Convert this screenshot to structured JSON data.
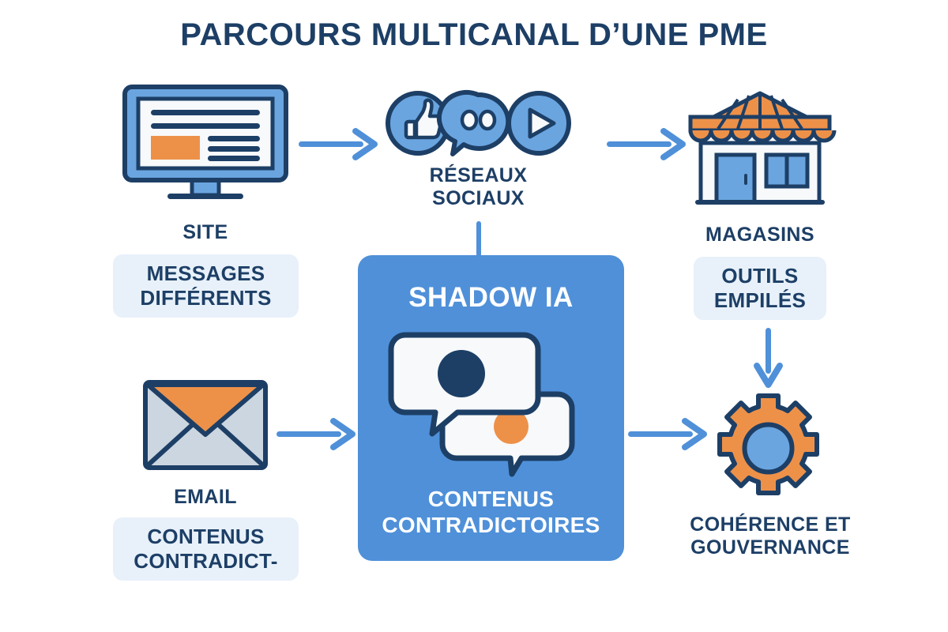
{
  "page": {
    "title": "PARCOURS MULTICANAL D’UNE PME",
    "background": "#ffffff",
    "navy": "#1d3f66",
    "blue": "#4f90d9",
    "orange": "#ed9149",
    "badge_bg": "#e8f1fa",
    "white": "#f7f9fb"
  },
  "nodes": {
    "site": {
      "label": "SITE",
      "icon": "monitor-icon",
      "badge": "MESSAGES DIFFÉRENTS",
      "badge_line1": "MESSAGES",
      "badge_line2": "DIFFÉRENTS"
    },
    "social": {
      "label_line1": "RÉSEAUX",
      "label_line2": "SOCIAUX",
      "icons": [
        "thumbs-up-icon",
        "chat-eyes-icon",
        "play-icon"
      ]
    },
    "stores": {
      "label": "MAGASINS",
      "icon": "storefront-icon",
      "badge_line1": "OUTILS",
      "badge_line2": "EMPILÉS"
    },
    "email": {
      "label": "EMAIL",
      "icon": "envelope-icon",
      "badge_line1": "CONTENUS",
      "badge_line2": "CONTRADICT-"
    },
    "governance": {
      "label_line1": "COHÉRENCE ET",
      "label_line2": "GOUVERNANCE",
      "icon": "gear-icon"
    }
  },
  "panel": {
    "title": "SHADOW IA",
    "subtitle_line1": "CONTENUS",
    "subtitle_line2": "CONTRADICTOIRES",
    "icon": "chat-bubbles-icon"
  },
  "connectors": [
    {
      "name": "site-to-social",
      "kind": "arrow-right"
    },
    {
      "name": "social-to-stores",
      "kind": "arrow-right"
    },
    {
      "name": "social-to-panel",
      "kind": "line-down"
    },
    {
      "name": "email-to-panel",
      "kind": "arrow-right"
    },
    {
      "name": "stores-badge-to-gear",
      "kind": "arrow-down"
    },
    {
      "name": "panel-to-gear",
      "kind": "arrow-right"
    }
  ]
}
